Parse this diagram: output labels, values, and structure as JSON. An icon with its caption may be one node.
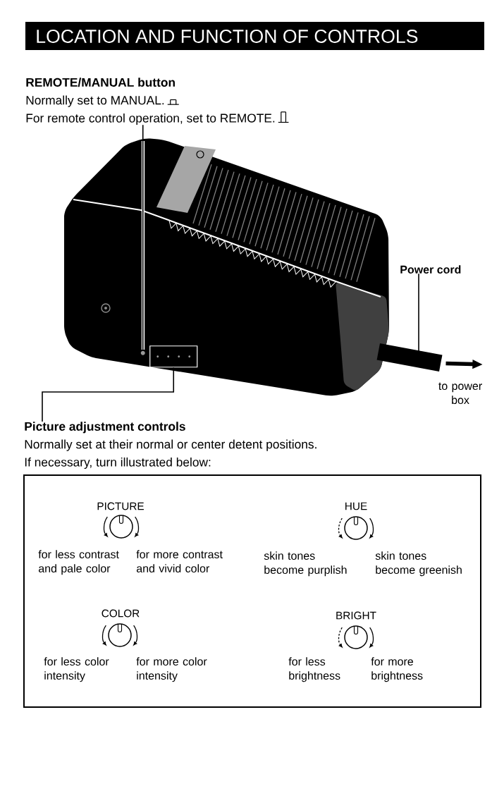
{
  "diagram": {
    "title": "LOCATION AND FUNCTION OF CONTROLS",
    "nodes": [
      {
        "text": [
          "REMOTE/MANUAL button",
          "Normally set to MANUAL.",
          "For remote control operation, set to REMOTE."
        ]
      },
      {
        "text": [],
        "shape": "picture"
      },
      {
        "text": [],
        "shape": "circle",
        "in": 1
      },
      {
        "text": [],
        "shape": "box",
        "in": 1
      },
      {
        "text": [],
        "shape": "bar"
      },
      {
        "text": [
          "Power cord"
        ]
      },
      {
        "text": [
          "Picture adjustment controls",
          "Normally set at their normal or center detent positions.",
          "If necessary, turn illustrated below:"
        ]
      },
      {
        "text": [],
        "shape": "box"
      },
      {
        "text": [
          "PICTURE"
        ],
        "beside": [
          "for less contrast and pale color",
          "for more contrast and vivid color"
        ],
        "in": 7
      },
      {
        "text": [
          "HUE"
        ],
        "beside": [
          "skin tones become purplish",
          "skin tones become greenish"
        ],
        "in": 7
      },
      {
        "text": [
          "COLOR"
        ],
        "beside": [
          "for less color intensity",
          "for more color intensity"
        ],
        "in": 7
      },
      {
        "text": [
          "BRIGHT"
        ],
        "beside": [
          "for less brightness",
          "for more brightness"
        ],
        "in": 7
      }
    ],
    "edges": [
      {
        "from": 0,
        "to": 2,
        "arrow": "none"
      },
      {
        "from": 5,
        "to": 4,
        "arrow": "none"
      },
      {
        "from": 3,
        "to": 6,
        "arrow": "none"
      },
      {
        "from": 4,
        "to": null,
        "arrow": "to",
        "label": "to power box",
        "style": "thick"
      }
    ]
  }
}
